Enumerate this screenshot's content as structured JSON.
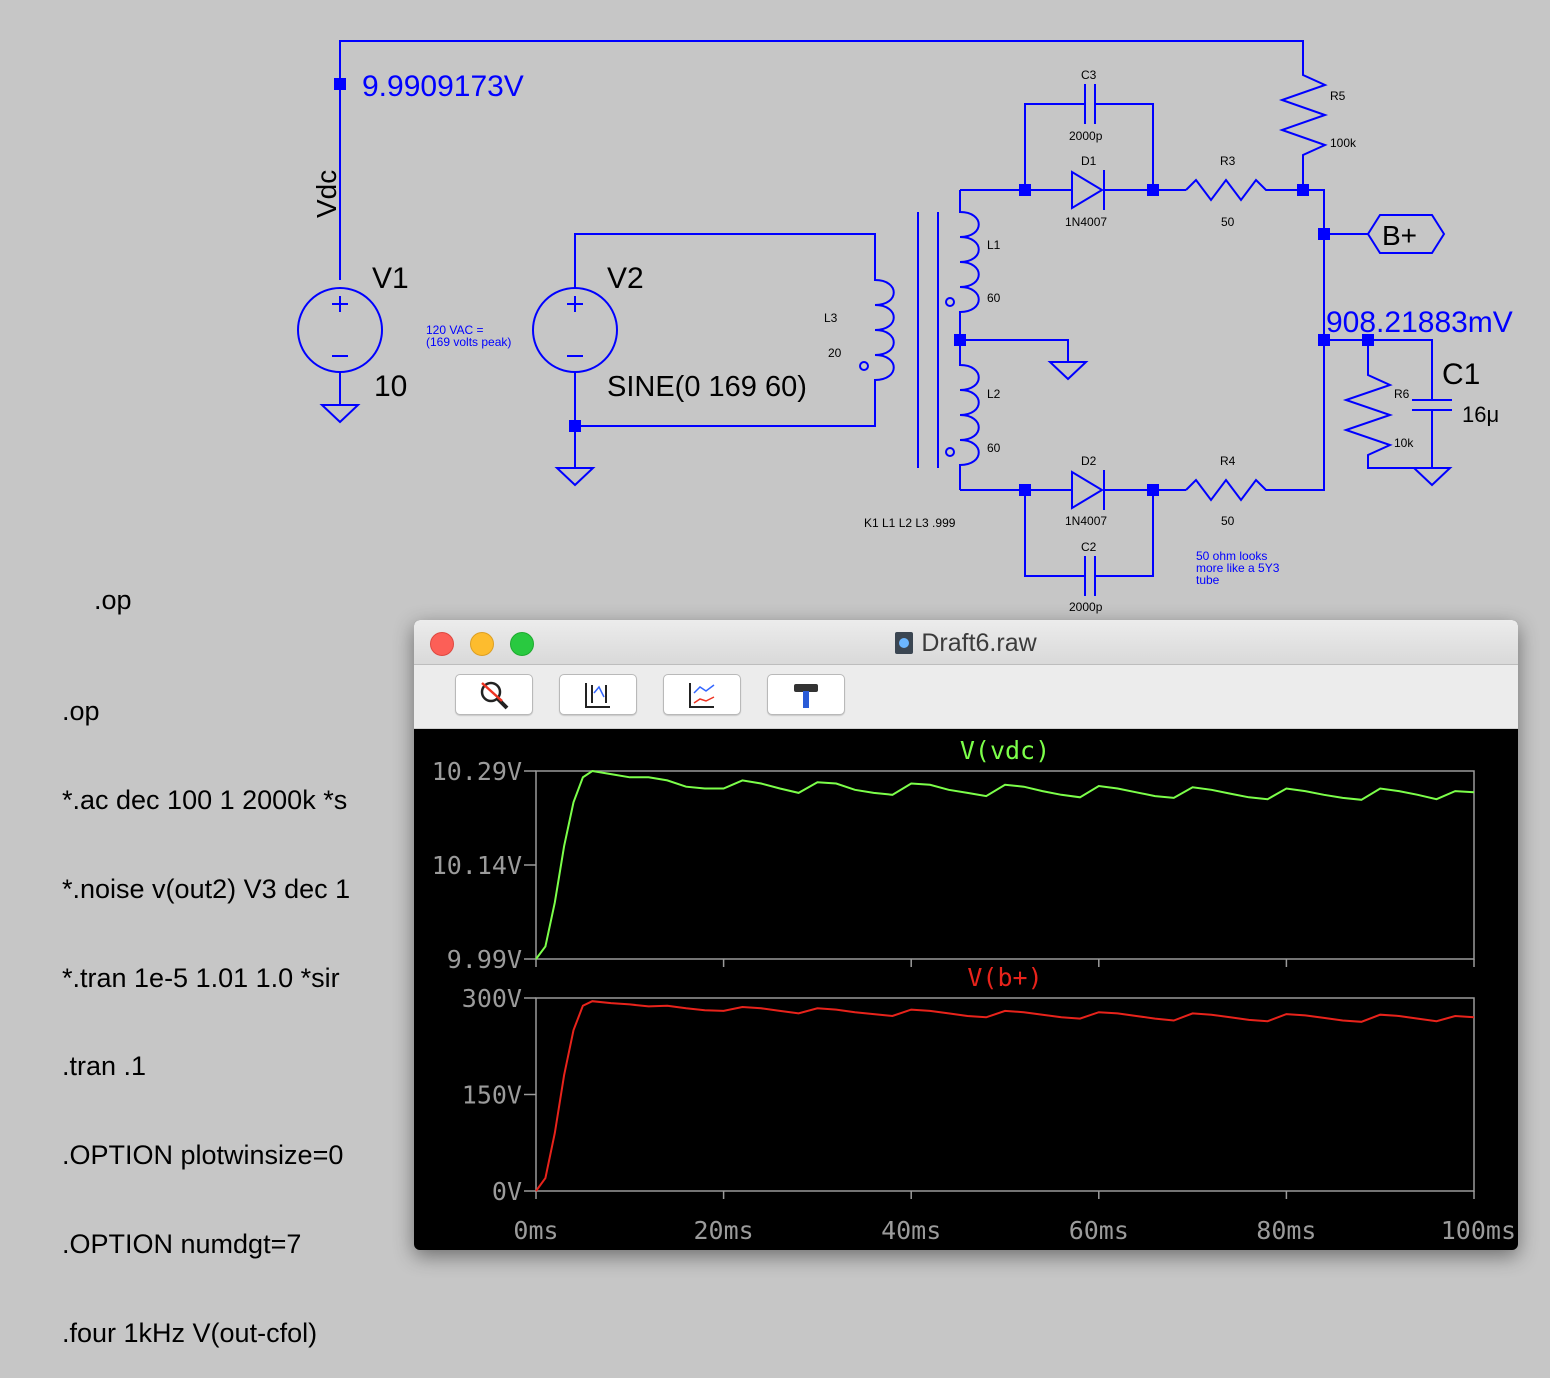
{
  "schematic": {
    "node_vdc_voltage": "9.9909173V",
    "vdc_label": "Vdc",
    "v1": {
      "name": "V1",
      "value": "10"
    },
    "v2": {
      "name": "V2",
      "value": "SINE(0 169 60)",
      "note_line1": "120 VAC =",
      "note_line2": "(169 volts peak)"
    },
    "l3": {
      "name": "L3",
      "value": "20"
    },
    "l1": {
      "name": "L1",
      "value": "60"
    },
    "l2": {
      "name": "L2",
      "value": "60"
    },
    "k1": "K1 L1 L2 L3 .999",
    "c3": {
      "name": "C3",
      "value": "2000p"
    },
    "c2": {
      "name": "C2",
      "value": "2000p"
    },
    "d1": {
      "name": "D1",
      "value": "1N4007"
    },
    "d2": {
      "name": "D2",
      "value": "1N4007"
    },
    "r3": {
      "name": "R3",
      "value": "50"
    },
    "r4": {
      "name": "R4",
      "value": "50"
    },
    "r5": {
      "name": "R5",
      "value": "100k"
    },
    "r6": {
      "name": "R6",
      "value": "10k"
    },
    "c1": {
      "name": "C1",
      "value": "16μ"
    },
    "bplus_label": "B+",
    "node_c1_voltage": "908.21883mV",
    "r4_note_line1": "50 ohm looks",
    "r4_note_line2": "more like a 5Y3",
    "r4_note_line3": "tube"
  },
  "op_label": ".op",
  "directives": [
    ".op",
    "*.ac dec 100 1 2000k *s",
    "*.noise v(out2) V3 dec 1",
    "*.tran 1e-5 1.01 1.0 *sir",
    ".tran .1",
    ".OPTION plotwinsize=0",
    ".OPTION numdgt=7",
    ".four 1kHz V(out-cfol)"
  ],
  "plot_window": {
    "title": "Draft6.raw",
    "toolbar": [
      "zoom-cancel-icon",
      "autorange-icon",
      "zoom-extents-icon",
      "hammer-icon"
    ]
  },
  "colors": {
    "schematic": "#0000ff",
    "vdc_trace": "#7cff4a",
    "bplus_trace": "#e8231b",
    "plot_bg": "#000000",
    "axis": "#9b9b9b"
  },
  "chart_data": [
    {
      "type": "line",
      "title": "V(vdc)",
      "xlabel": "",
      "ylabel": "",
      "x_ticks": [
        "0ms",
        "20ms",
        "40ms",
        "60ms",
        "80ms",
        "100ms"
      ],
      "y_ticks": [
        "10.29V",
        "10.14V",
        "9.99V"
      ],
      "xlim": [
        0,
        100
      ],
      "ylim": [
        9.99,
        10.29
      ],
      "series": [
        {
          "color": "#7cff4a",
          "x": [
            0,
            1,
            2,
            3,
            4,
            5,
            6,
            8,
            10,
            12,
            14,
            16,
            18,
            20,
            22,
            24,
            26,
            28,
            30,
            32,
            34,
            36,
            38,
            40,
            42,
            44,
            46,
            48,
            50,
            52,
            54,
            56,
            58,
            60,
            62,
            64,
            66,
            68,
            70,
            72,
            74,
            76,
            78,
            80,
            82,
            84,
            86,
            88,
            90,
            92,
            94,
            96,
            98,
            100
          ],
          "y": [
            9.99,
            10.01,
            10.08,
            10.17,
            10.24,
            10.28,
            10.29,
            10.285,
            10.28,
            10.28,
            10.275,
            10.265,
            10.262,
            10.262,
            10.275,
            10.27,
            10.262,
            10.255,
            10.272,
            10.27,
            10.26,
            10.255,
            10.252,
            10.27,
            10.268,
            10.26,
            10.255,
            10.25,
            10.268,
            10.265,
            10.258,
            10.252,
            10.248,
            10.266,
            10.262,
            10.256,
            10.25,
            10.247,
            10.264,
            10.26,
            10.254,
            10.248,
            10.245,
            10.262,
            10.258,
            10.252,
            10.247,
            10.244,
            10.262,
            10.258,
            10.252,
            10.245,
            10.258,
            10.256
          ]
        }
      ]
    },
    {
      "type": "line",
      "title": "V(b+)",
      "xlabel": "",
      "ylabel": "",
      "x_ticks": [
        "0ms",
        "20ms",
        "40ms",
        "60ms",
        "80ms",
        "100ms"
      ],
      "y_ticks": [
        "300V",
        "150V",
        "0V"
      ],
      "xlim": [
        0,
        100
      ],
      "ylim": [
        0,
        300
      ],
      "series": [
        {
          "color": "#e8231b",
          "x": [
            0,
            1,
            2,
            3,
            4,
            5,
            6,
            8,
            10,
            12,
            14,
            16,
            18,
            20,
            22,
            24,
            26,
            28,
            30,
            32,
            34,
            36,
            38,
            40,
            42,
            44,
            46,
            48,
            50,
            52,
            54,
            56,
            58,
            60,
            62,
            64,
            66,
            68,
            70,
            72,
            74,
            76,
            78,
            80,
            82,
            84,
            86,
            88,
            90,
            92,
            94,
            96,
            98,
            100
          ],
          "y": [
            0,
            20,
            90,
            180,
            250,
            288,
            295,
            292,
            290,
            287,
            288,
            284,
            281,
            280,
            286,
            284,
            280,
            276,
            284,
            282,
            278,
            275,
            272,
            282,
            280,
            276,
            272,
            270,
            280,
            278,
            274,
            270,
            268,
            278,
            276,
            272,
            268,
            265,
            276,
            274,
            270,
            266,
            264,
            275,
            273,
            269,
            265,
            263,
            274,
            272,
            268,
            264,
            272,
            270
          ]
        }
      ]
    }
  ]
}
